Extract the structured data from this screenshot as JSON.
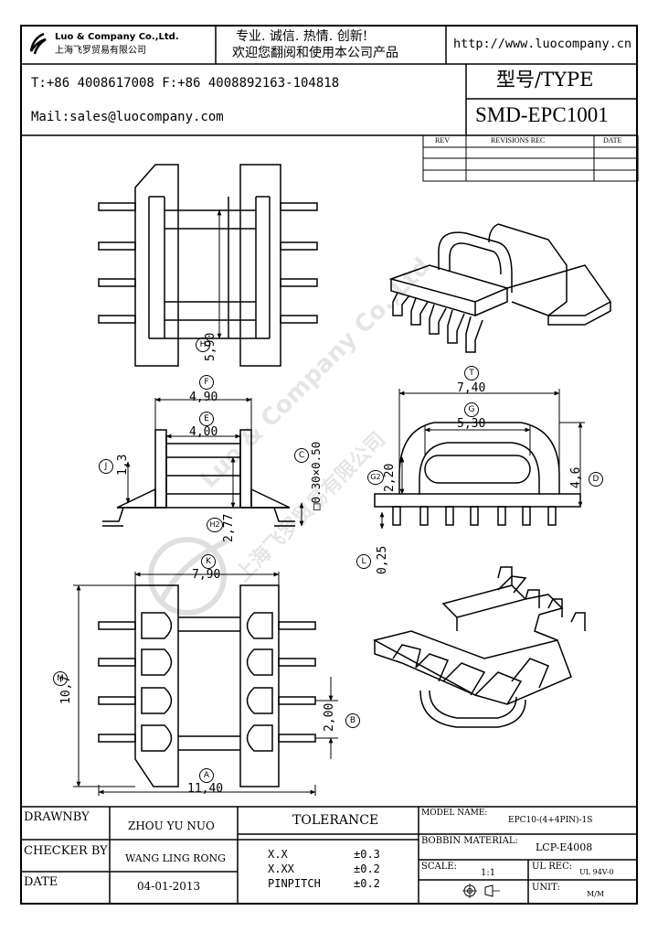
{
  "header": {
    "company_en": "Luo & Company Co.,Ltd.",
    "company_cn": "上海飞罗贸易有限公司",
    "slogan": "专业. 诚信. 热情. 创新!",
    "welcome": "欢迎您翻阅和使用本公司产品",
    "website": "http://www.luocompany.cn",
    "phone_fax": "T:+86 4008617008 F:+86 4008892163-104818",
    "mail": "Mail:sales@luocompany.com",
    "type_label": "型号/TYPE",
    "model": "SMD-EPC1001"
  },
  "revisions": {
    "col_rev": "REV",
    "col_rec": "REVISIONS REC",
    "col_date": "DATE"
  },
  "dimensions": {
    "H_value": "5,90",
    "F_value": "4,90",
    "E_value": "4,00",
    "J_value": "1,3",
    "C_value": "□0.30×0.50",
    "H2_value": "2,77",
    "K_value": "7,90",
    "M_value": "10,7",
    "B_value": "2,00",
    "A_value": "11,40",
    "T_value": "7,40",
    "G_value": "5,30",
    "G2_value": "2,20",
    "D_value": "4,6",
    "L_value": "0,25",
    "letters": {
      "H": "H",
      "F": "F",
      "E": "E",
      "J": "J",
      "C": "C",
      "H2": "H2",
      "K": "K",
      "M": "M",
      "B": "B",
      "A": "A",
      "T": "T",
      "G": "G",
      "G2": "G2",
      "D": "D",
      "L": "L"
    }
  },
  "watermark": {
    "en": "Luo & Company Co.,Ltd",
    "cn": "上海飞罗贸易有限公司"
  },
  "footer": {
    "drawnby_label": "DRAWNBY",
    "drawnby_value": "ZHOU YU NUO",
    "checker_label": "CHECKER BY",
    "checker_value": "WANG LING RONG",
    "date_label": "DATE",
    "date_value": "04-01-2013",
    "tolerance_label": "TOLERANCE",
    "tol_rows": [
      {
        "key": "X.X",
        "val": "±0.3"
      },
      {
        "key": "X.XX",
        "val": "±0.2"
      },
      {
        "key": "PINPITCH",
        "val": "±0.2"
      }
    ],
    "model_name_label": "MODEL NAME:",
    "model_name_value": "EPC10-(4+4PIN)-1S",
    "bobbin_label": "BOBBIN MATERIAL:",
    "bobbin_value": "LCP-E4008",
    "scale_label": "SCALE:",
    "scale_value": "1:1",
    "ulrec_label": "UL REC:",
    "ulrec_value": "UL 94V-0",
    "unit_label": "UNIT:",
    "unit_value": "M/M"
  }
}
